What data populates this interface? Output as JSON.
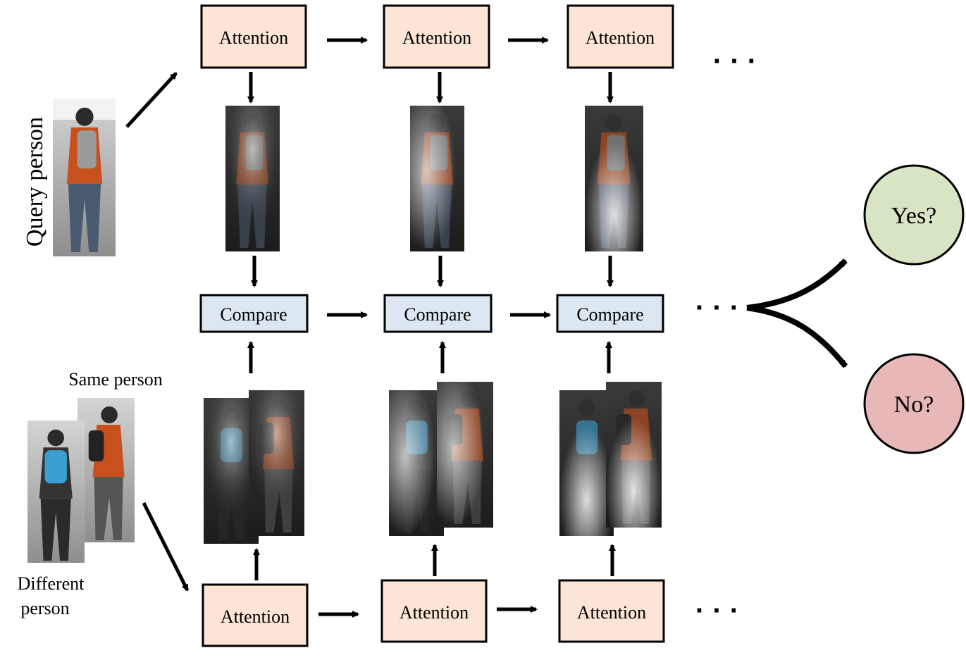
{
  "labels": {
    "query_person": "Query person",
    "same_person": "Same person",
    "different_person_line1": "Different",
    "different_person_line2": "person"
  },
  "boxes": {
    "attention": "Attention",
    "compare": "Compare"
  },
  "outcomes": {
    "yes": "Yes?",
    "no": "No?"
  },
  "ellipsis": "· · ·",
  "colors": {
    "attention_fill": "#fce5d6",
    "compare_fill": "#dde7f1",
    "yes_fill": "#d8e5c4",
    "no_fill": "#e8b8b8",
    "orange_jacket": "#c8501c",
    "blue_backpack": "#3aa0d2"
  }
}
